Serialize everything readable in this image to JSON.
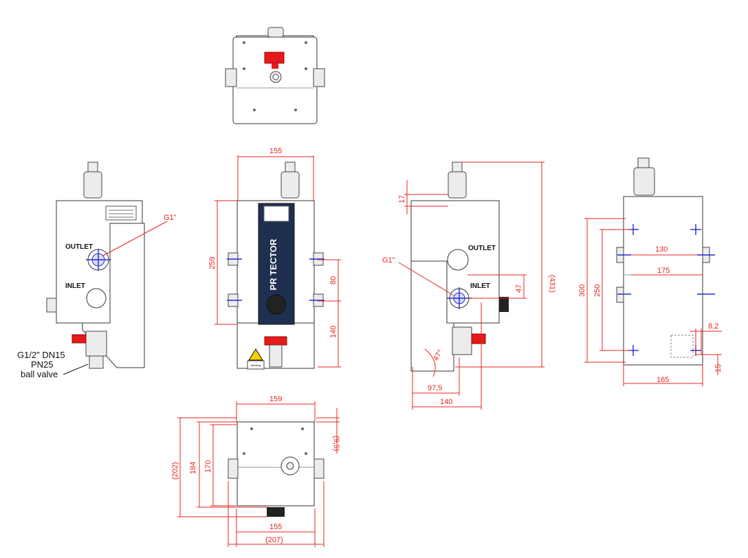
{
  "labels": {
    "g1_left": "G1\"",
    "g1_right": "G1\"",
    "outlet": "OUTLET",
    "inlet": "INLET",
    "valve_line1": "G1/2\" DN15",
    "valve_line2": "PN25",
    "valve_line3": "ball valve",
    "brand": "PR TECTOR",
    "warning": "Warning"
  },
  "dims": {
    "front_width_top": "155",
    "front_height_259": "259",
    "front_80": "80",
    "front_140": "140",
    "side_17": "17",
    "side_431": "(431)",
    "side_47": "47",
    "side_angle": "47°",
    "side_97_5": "97,5",
    "side_140": "140",
    "rear_130": "130",
    "rear_175": "175",
    "rear_300": "300",
    "rear_250": "250",
    "rear_8_2": "8,2",
    "rear_15": "15",
    "rear_165": "165",
    "bottom_159": "159",
    "bottom_9_5": "(9,5)",
    "bottom_202": "(202)",
    "bottom_184": "184",
    "bottom_170": "170",
    "bottom_155": "155",
    "bottom_207": "(207)"
  },
  "colors": {
    "dimension": "#e8231f",
    "axis_marker": "#1c2bd6",
    "panel": "#1f2f4f",
    "valve_handle": "#e51a1a"
  }
}
